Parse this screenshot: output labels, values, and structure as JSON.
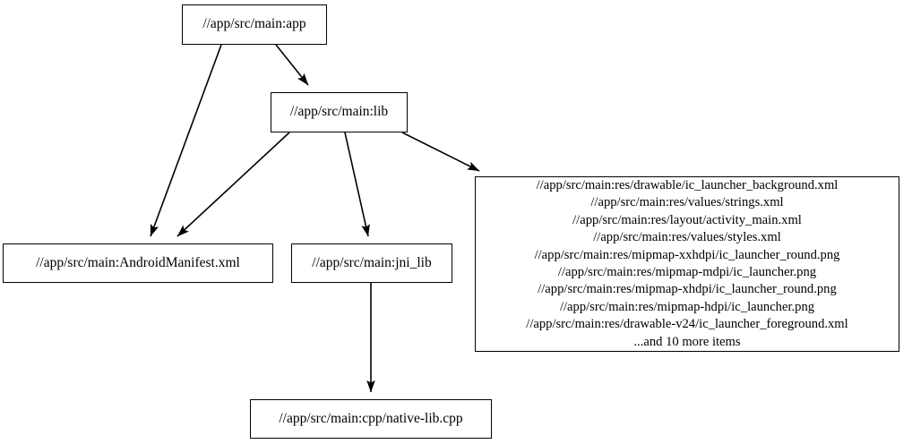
{
  "graph": {
    "type": "directed-dependency-graph",
    "background_color": "#ffffff",
    "node_fill_color": "#ffffff",
    "node_border_color": "#000000",
    "edge_color": "#000000",
    "text_color": "#000000",
    "nodes": [
      {
        "id": "app",
        "label": "//app/src/main:app"
      },
      {
        "id": "lib",
        "label": "//app/src/main:lib"
      },
      {
        "id": "manifest",
        "label": "//app/src/main:AndroidManifest.xml"
      },
      {
        "id": "jni_lib",
        "label": "//app/src/main:jni_lib"
      },
      {
        "id": "native_lib",
        "label": "//app/src/main:cpp/native-lib.cpp"
      },
      {
        "id": "resources",
        "lines": [
          "//app/src/main:res/drawable/ic_launcher_background.xml",
          "//app/src/main:res/values/strings.xml",
          "//app/src/main:res/layout/activity_main.xml",
          "//app/src/main:res/values/styles.xml",
          "//app/src/main:res/mipmap-xxhdpi/ic_launcher_round.png",
          "//app/src/main:res/mipmap-mdpi/ic_launcher.png",
          "//app/src/main:res/mipmap-xhdpi/ic_launcher_round.png",
          "//app/src/main:res/mipmap-hdpi/ic_launcher.png",
          "//app/src/main:res/drawable-v24/ic_launcher_foreground.xml",
          "...and 10 more items"
        ]
      }
    ],
    "edges": [
      {
        "from": "app",
        "to": "manifest"
      },
      {
        "from": "app",
        "to": "lib"
      },
      {
        "from": "lib",
        "to": "manifest"
      },
      {
        "from": "lib",
        "to": "jni_lib"
      },
      {
        "from": "lib",
        "to": "resources"
      },
      {
        "from": "jni_lib",
        "to": "native_lib"
      }
    ]
  }
}
